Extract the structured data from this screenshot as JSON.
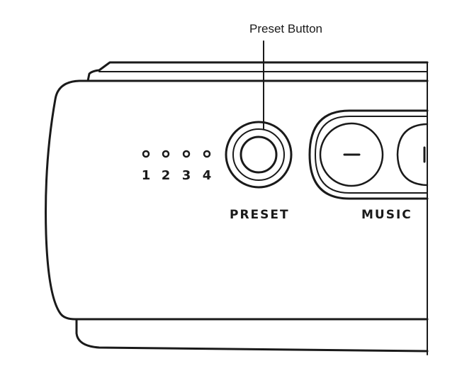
{
  "callout": {
    "text": "Preset Button"
  },
  "preset_indicators": [
    "1",
    "2",
    "3",
    "4"
  ],
  "labels": {
    "preset": "PRESET",
    "music": "MUSIC"
  },
  "colors": {
    "stroke": "#1a1a1a",
    "background": "#ffffff"
  }
}
